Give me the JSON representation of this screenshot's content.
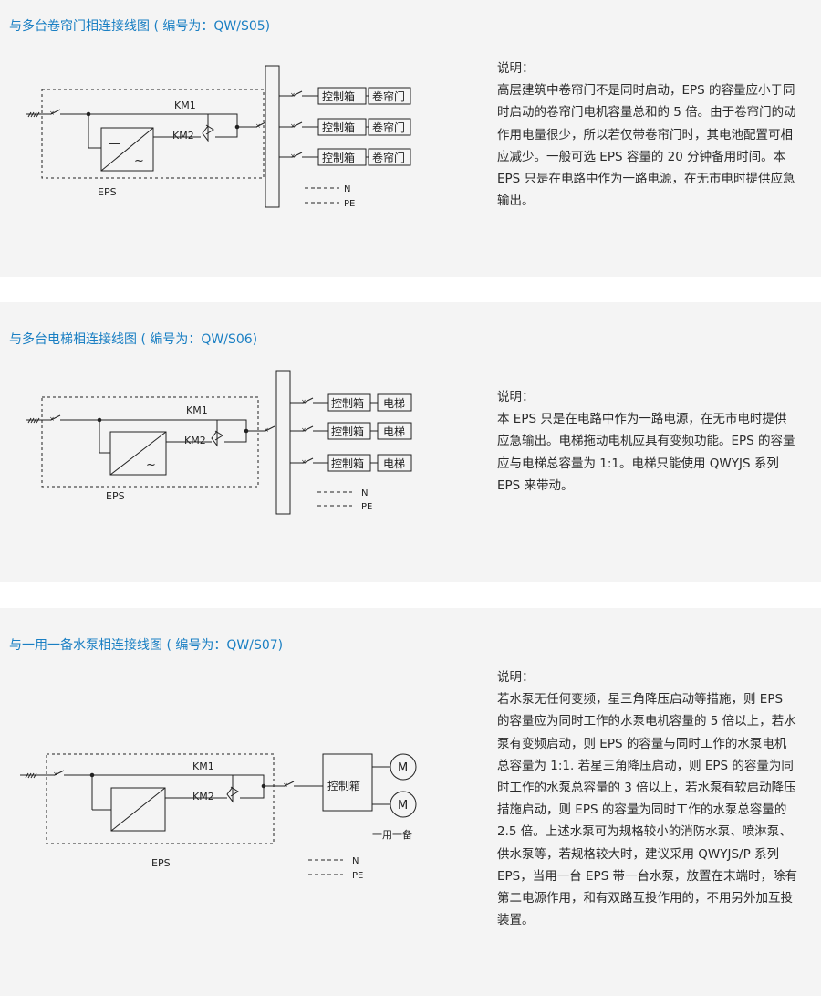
{
  "sections": [
    {
      "title": "与多台卷帘门相连接线图 ( 编号为：QW/S05)",
      "labels": {
        "km1": "KM1",
        "km2": "KM2",
        "dc": "—",
        "ac": "~",
        "eps": "EPS",
        "n": "N",
        "pe": "PE",
        "control_box": "控制箱",
        "load": "卷帘门"
      },
      "description": {
        "heading": "说明：",
        "body": "高层建筑中卷帘门不是同时启动，EPS 的容量应小于同时启动的卷帘门电机容量总和的 5 倍。由于卷帘门的动作用电量很少，所以若仅带卷帘门时，其电池配置可相应减少。一般可选 EPS 容量的 20 分钟备用时间。本 EPS 只是在电路中作为一路电源，在无市电时提供应急输出。"
      }
    },
    {
      "title": "与多台电梯相连接线图 ( 编号为：QW/S06)",
      "labels": {
        "km1": "KM1",
        "km2": "KM2",
        "dc": "—",
        "ac": "~",
        "eps": "EPS",
        "n": "N",
        "pe": "PE",
        "control_box": "控制箱",
        "load": "电梯"
      },
      "description": {
        "heading": "说明：",
        "body": "本 EPS 只是在电路中作为一路电源，在无市电时提供应急输出。电梯拖动电机应具有变频功能。EPS 的容量应与电梯总容量为 1:1。电梯只能使用 QWYJS 系列 EPS 来带动。"
      }
    },
    {
      "title": "与一用一备水泵相连接线图 ( 编号为：QW/S07)",
      "labels": {
        "km1": "KM1",
        "km2": "KM2",
        "eps": "EPS",
        "n": "N",
        "pe": "PE",
        "control_box": "控制箱",
        "motor": "M",
        "standby": "一用一备"
      },
      "description": {
        "heading": "说明：",
        "body": "若水泵无任何变频，星三角降压启动等措施，则 EPS 的容量应为同时工作的水泵电机容量的 5 倍以上，若水泵有变频启动，则 EPS 的容量与同时工作的水泵电机总容量为 1:1. 若星三角降压启动，则 EPS 的容量为同时工作的水泵总容量的 3 倍以上，若水泵有软启动降压措施启动，则 EPS 的容量为同时工作的水泵总容量的 2.5 倍。上述水泵可为规格较小的消防水泵、喷淋泵、供水泵等，若规格较大时，建议采用 QWYJS/P 系列 EPS，当用一台 EPS 带一台水泵，放置在末端时，除有第二电源作用，和有双路互投作用的，不用另外加互投装置。"
      }
    }
  ],
  "colors": {
    "title": "#1a7fc3",
    "panel": "#f4f4f4",
    "line": "#222222"
  }
}
